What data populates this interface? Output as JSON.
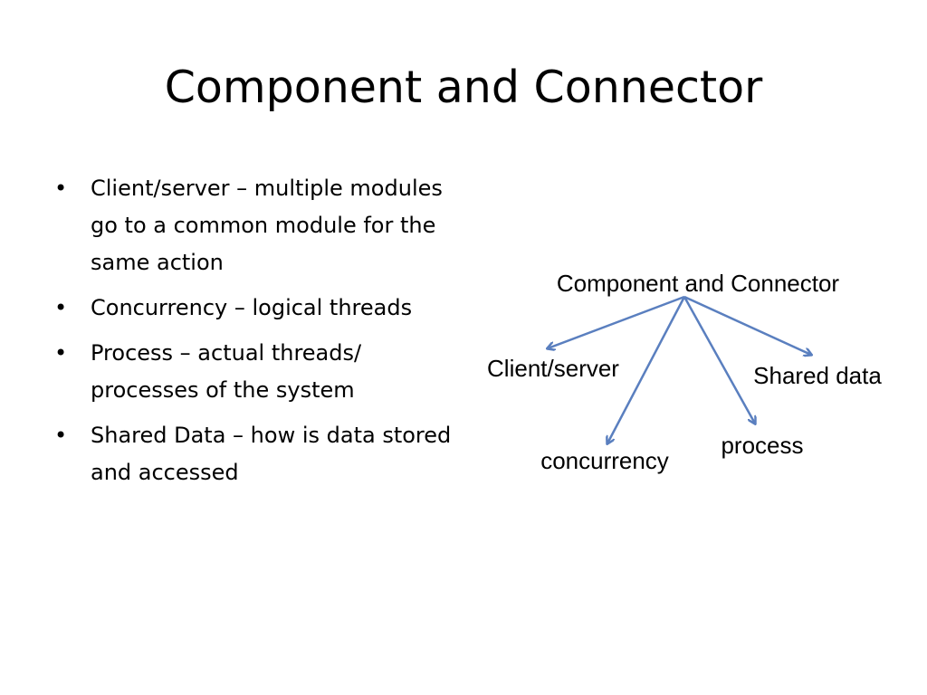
{
  "slide": {
    "title": "Component and Connector",
    "bullets": [
      "Client/server – multiple modules go to a common module for the same action",
      "Concurrency – logical threads",
      "Process – actual threads/ processes of the system",
      "Shared Data – how is data stored and accessed"
    ],
    "bullet_glyph": "•"
  },
  "diagram": {
    "root_label": "Component and Connector",
    "nodes": [
      {
        "id": "client-server",
        "label": "Client/server"
      },
      {
        "id": "concurrency",
        "label": "concurrency"
      },
      {
        "id": "process",
        "label": "process"
      },
      {
        "id": "shared-data",
        "label": "Shared data"
      }
    ],
    "arrow_color": "#5a7fbf"
  }
}
